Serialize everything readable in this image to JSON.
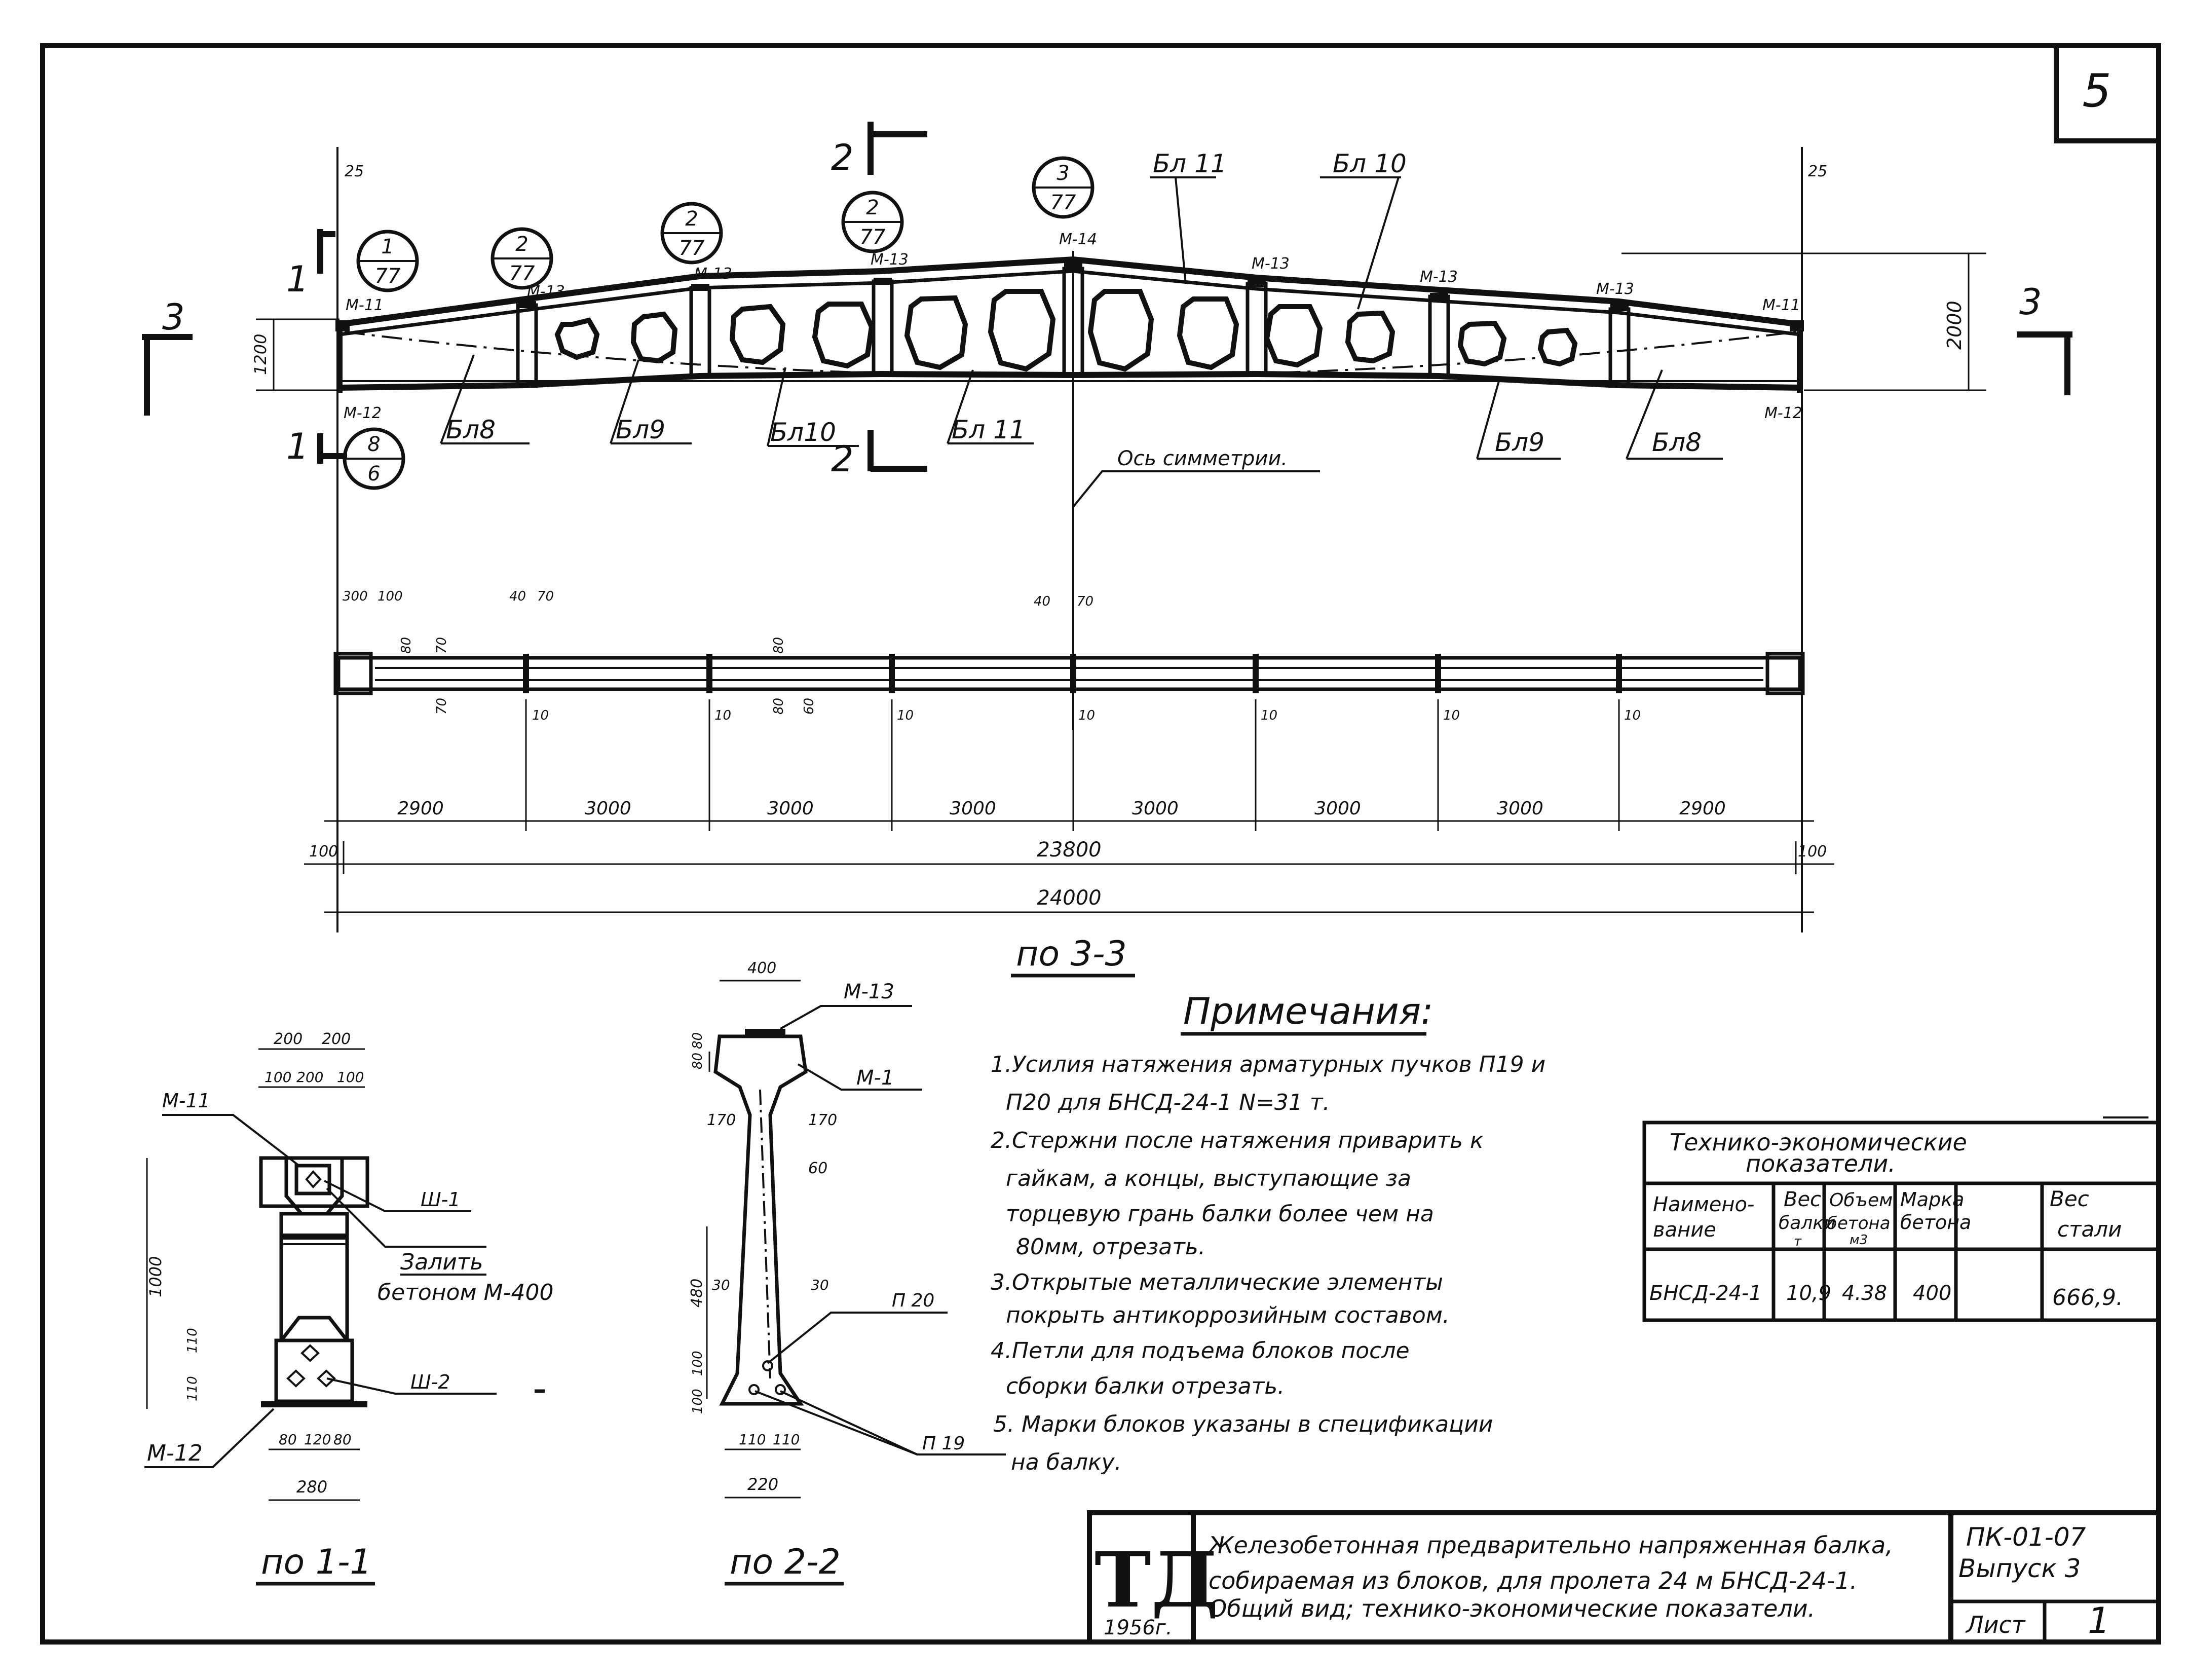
{
  "sheet_number": "5",
  "elevation": {
    "section_marks": {
      "s1": "1",
      "s2": "2",
      "s3": "3"
    },
    "clearance_left": "25",
    "clearance_right": "25",
    "left_height": "1200",
    "right_height": "2000",
    "axis_label": "Ось симметрии.",
    "bubbles": [
      {
        "top": "1",
        "bottom": "77"
      },
      {
        "top": "2",
        "bottom": "77"
      },
      {
        "top": "2",
        "bottom": "77"
      },
      {
        "top": "2",
        "bottom": "77"
      },
      {
        "top": "3",
        "bottom": "77"
      },
      {
        "top": "8",
        "bottom": "6"
      }
    ],
    "marks": {
      "m11": "М-11",
      "m12": "М-12",
      "m13": "М-13",
      "m14": "М-14"
    },
    "block_labels": [
      "Бл8",
      "Бл9",
      "Бл10",
      "Бл 11",
      "Бл9",
      "Бл8"
    ],
    "block_labels_top": [
      "Бл 11",
      "Бл 10"
    ]
  },
  "plan": {
    "detail_dims": {
      "d300": "300",
      "d100": "100",
      "d80": "80",
      "d70": "70",
      "d40": "40",
      "d10": "10",
      "d60": "60"
    },
    "segment_dims": [
      "2900",
      "3000",
      "3000",
      "3000",
      "3000",
      "3000",
      "3000",
      "2900"
    ],
    "end_offset_left": "100",
    "end_offset_right": "100",
    "inner_length": "23800",
    "total_length": "24000",
    "caption": "по 3-3"
  },
  "section_1_1": {
    "caption": "по 1-1",
    "marks": {
      "m11": "М-11",
      "m12": "М-12",
      "w1": "Ш-1",
      "w2": "Ш-2"
    },
    "fill_label_1": "Залить",
    "fill_label_2": "бетоном М-400",
    "dims_top": [
      "200",
      "200"
    ],
    "dims_top2": [
      "100",
      "200",
      "100"
    ],
    "dims_bottom": [
      "80",
      "120",
      "80"
    ],
    "width": "280",
    "height": "1000",
    "side_dims": [
      "110",
      "110"
    ]
  },
  "section_2_2": {
    "caption": "по 2-2",
    "marks": {
      "m13": "М-13",
      "m1": "М-1",
      "p20": "П 20",
      "p19": "П 19"
    },
    "width_top": "400",
    "top_dims": [
      "80",
      "80"
    ],
    "mid_dims": [
      "170",
      "170",
      "60"
    ],
    "web_dims": [
      "30",
      "30"
    ],
    "height_dim": "480",
    "lower_dims": [
      "100",
      "100"
    ],
    "bottom_dims": [
      "110",
      "110"
    ],
    "width_bottom": "220"
  },
  "notes": {
    "title": "Примечания:",
    "lines": [
      "1.Усилия натяжения арматурных пучков П19 и",
      "П20 для БНСД-24-1 N=31 т.",
      "2.Стержни после натяжения приварить к",
      "гайкам, а концы, выступающие за",
      "торцевую грань балки более чем на",
      "80мм, отрезать.",
      "3.Открытые металлические элементы",
      "покрыть антикоррозийным составом.",
      "4.Петли для подъема блоков после",
      "сборки балки отрезать.",
      "5. Марки блоков указаны в спецификации",
      "на балку."
    ]
  },
  "table": {
    "title_1": "Технико-экономические",
    "title_2": "показатели.",
    "headers": [
      {
        "l1": "Наимено-",
        "l2": "вание"
      },
      {
        "l1": "Вес",
        "l2": "балки",
        "l3": "т"
      },
      {
        "l1": "Объем",
        "l2": "бетона",
        "l3": "м3"
      },
      {
        "l1": "Марка",
        "l2": "бетона"
      },
      {
        "l1": "Вес",
        "l2": "стали"
      }
    ],
    "row": [
      "БНСД-24-1",
      "10,9",
      "4.38",
      "400",
      "666,9."
    ]
  },
  "title_block": {
    "logo": "ТД",
    "year": "1956г.",
    "desc_1": "Железобетонная предварительно напряженная балка,",
    "desc_2": "собираемая из блоков, для пролета 24 м    БНСД-24-1.",
    "desc_3": "Общий вид; технико-экономические показатели.",
    "code": "ПК-01-07",
    "issue": "Выпуск 3",
    "sheet_label": "Лист",
    "sheet_value": "1"
  }
}
